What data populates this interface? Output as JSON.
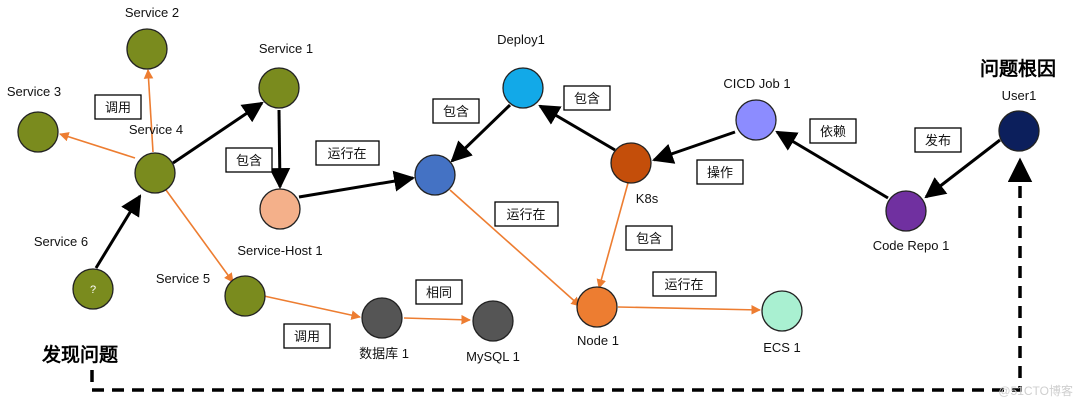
{
  "nodes": {
    "service2": {
      "label": "Service 2",
      "color": "#7A8B1E"
    },
    "service3": {
      "label": "Service 3",
      "color": "#7A8B1E"
    },
    "service1": {
      "label": "Service 1",
      "color": "#7A8B1E"
    },
    "service4": {
      "label": "Service 4",
      "color": "#7A8B1E"
    },
    "service6": {
      "label": "Service 6",
      "color": "#7A8B1E",
      "inner": "?"
    },
    "service5": {
      "label": "Service 5",
      "color": "#7A8B1E"
    },
    "servicehost": {
      "label": "Service-Host 1",
      "color": "#F4B08A"
    },
    "pod": {
      "label": "",
      "color": "#4472C4"
    },
    "deploy1": {
      "label": "Deploy1",
      "color": "#12A9E8"
    },
    "k8s": {
      "label": "K8s",
      "color": "#C44E0A"
    },
    "cicd": {
      "label": "CICD Job 1",
      "color": "#8C8CFF"
    },
    "coderepo": {
      "label": "Code Repo 1",
      "color": "#7030A0"
    },
    "user1": {
      "label": "User1",
      "color": "#0C1F5C"
    },
    "db": {
      "label": "数据库 1",
      "color": "#555555"
    },
    "mysql": {
      "label": "MySQL 1",
      "color": "#555555"
    },
    "node1": {
      "label": "Node 1",
      "color": "#ED7D31"
    },
    "ecs1": {
      "label": "ECS 1",
      "color": "#A9F0D1"
    }
  },
  "edge_labels": {
    "call_top": "调用",
    "contain_service1": "包含",
    "run_on_top": "运行在",
    "contain_deploy": "包含",
    "contain_k8s": "包含",
    "depend": "依赖",
    "publish": "发布",
    "operate": "操作",
    "run_on_mid": "运行在",
    "contain_k8s_node": "包含",
    "same": "相同",
    "run_on_node": "运行在",
    "call_bottom": "调用"
  },
  "annotations": {
    "root_cause": "问题根因",
    "discover": "发现问题",
    "watermark": "@51CTO博客"
  },
  "colors": {
    "call_edge": "#ED7D31",
    "strong_edge": "#000000",
    "dashed_path": "#000000"
  }
}
